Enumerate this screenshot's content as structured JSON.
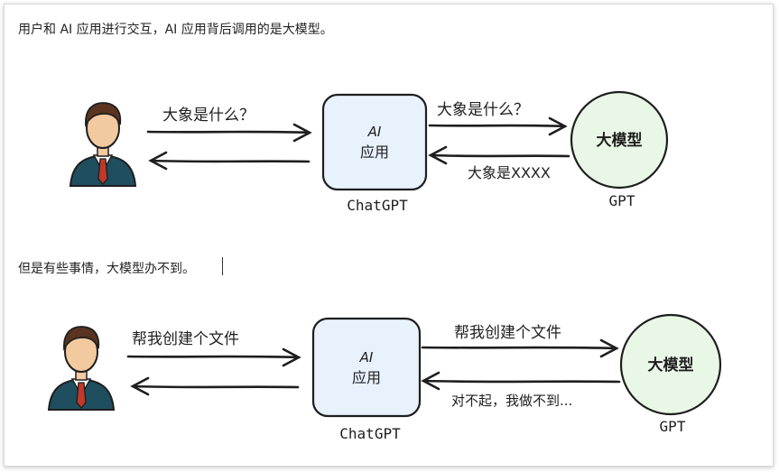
{
  "intro_text": "用户和 AI 应用进行交互，AI 应用背后调用的是大模型。",
  "second_text": "但是有些事情，大模型办不到。",
  "colors": {
    "app_box_fill": "#e8f2fc",
    "model_circle_fill": "#e9f7e6",
    "stroke": "#1e1e1e",
    "tie": "#c0392b",
    "suit": "#1f4e5f",
    "skin": "#f3c9a0",
    "hair": "#5a3420"
  },
  "diagram1": {
    "user_request": "大象是什么？",
    "app_title": "AI",
    "app_subtitle": "应用",
    "app_name": "ChatGPT",
    "app_request": "大象是什么？",
    "model_label": "大模型",
    "model_response": "大象是XXXX",
    "model_name": "GPT"
  },
  "diagram2": {
    "user_request": "帮我创建个文件",
    "app_title": "AI",
    "app_subtitle": "应用",
    "app_name": "ChatGPT",
    "app_request": "帮我创建个文件",
    "model_label": "大模型",
    "model_response": "对不起，我做不到...",
    "model_name": "GPT"
  }
}
